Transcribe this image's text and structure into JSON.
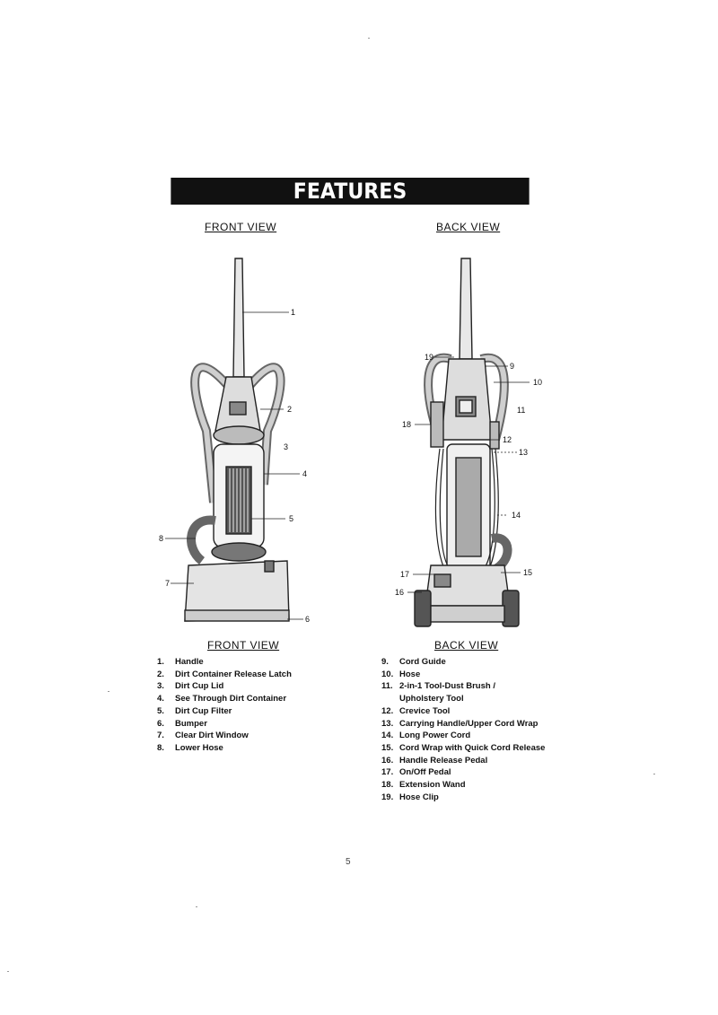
{
  "header": {
    "title": "FEATURES"
  },
  "front": {
    "title_top": "FRONT VIEW",
    "title_bottom": "FRONT VIEW",
    "callouts": [
      "1",
      "2",
      "3",
      "4",
      "5",
      "6",
      "7",
      "8"
    ],
    "items": [
      {
        "num": "1.",
        "label": "Handle"
      },
      {
        "num": "2.",
        "label": "Dirt Container Release Latch"
      },
      {
        "num": "3.",
        "label": "Dirt Cup Lid"
      },
      {
        "num": "4.",
        "label": "See Through Dirt Container"
      },
      {
        "num": "5.",
        "label": "Dirt Cup Filter"
      },
      {
        "num": "6.",
        "label": "Bumper"
      },
      {
        "num": "7.",
        "label": "Clear Dirt Window"
      },
      {
        "num": "8.",
        "label": "Lower Hose"
      }
    ]
  },
  "back": {
    "title_top": "BACK VIEW",
    "title_bottom": "BACK VIEW",
    "callouts": [
      "19",
      "9",
      "10",
      "11",
      "18",
      "12",
      "13",
      "14",
      "17",
      "15",
      "16"
    ],
    "items": [
      {
        "num": "9.",
        "label": "Cord Guide"
      },
      {
        "num": "10.",
        "label": "Hose"
      },
      {
        "num": "11.",
        "label": "2-in-1 Tool-Dust Brush /"
      },
      {
        "num": "",
        "label": "Upholstery Tool"
      },
      {
        "num": "12.",
        "label": "Crevice Tool"
      },
      {
        "num": "13.",
        "label": "Carrying Handle/Upper Cord Wrap"
      },
      {
        "num": "14.",
        "label": "Long Power Cord"
      },
      {
        "num": "15.",
        "label": "Cord Wrap with Quick Cord Release"
      },
      {
        "num": "16.",
        "label": "Handle Release Pedal"
      },
      {
        "num": "17.",
        "label": "On/Off Pedal"
      },
      {
        "num": "18.",
        "label": "Extension Wand"
      },
      {
        "num": "19.",
        "label": "Hose Clip"
      }
    ]
  },
  "footer": {
    "page_number": "5"
  }
}
